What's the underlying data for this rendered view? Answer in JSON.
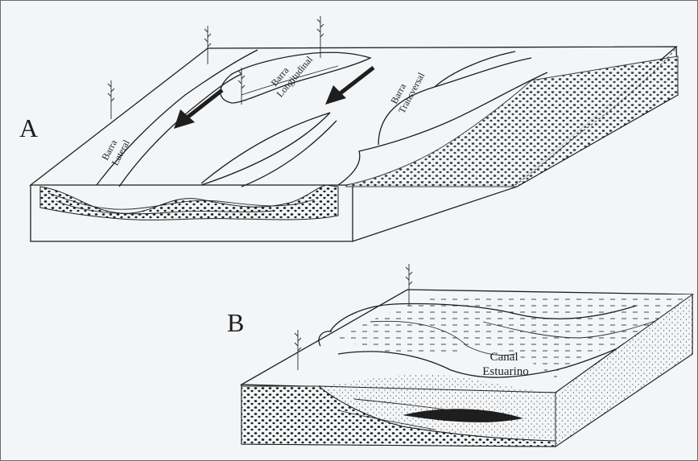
{
  "block_a": {
    "letter": "A",
    "bars": [
      {
        "line1": "Barra",
        "line2": "Lateral"
      },
      {
        "line1": "Barra",
        "line2": "Longitudinal"
      },
      {
        "line1": "Barra",
        "line2": "Transversal"
      }
    ]
  },
  "block_b": {
    "letter": "B",
    "channel": {
      "line1": "Canal",
      "line2": "Estuarino"
    }
  },
  "colors": {
    "line": "#1e1e1e",
    "background": "#f3f5f7",
    "frame": "#6a6a6a"
  }
}
